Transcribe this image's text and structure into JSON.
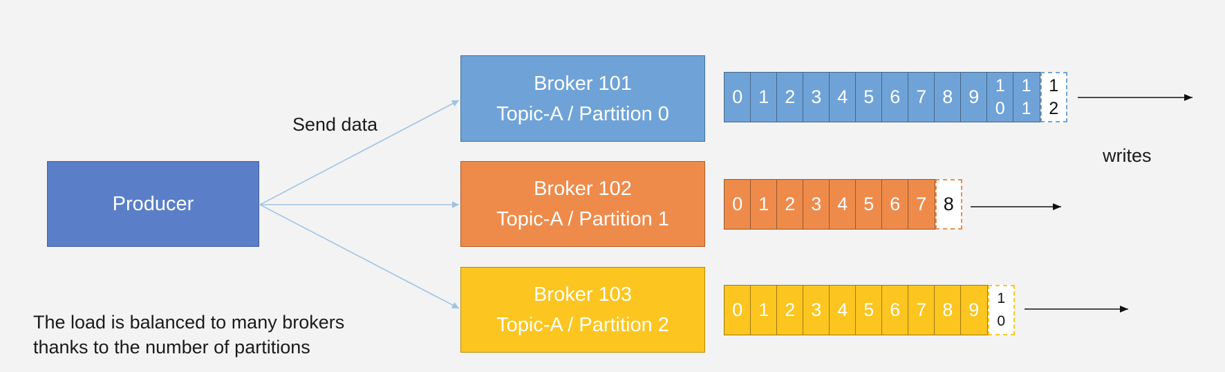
{
  "producer": {
    "label": "Producer",
    "color": "#5a7fc8"
  },
  "send_label": "Send data",
  "writes_label": "writes",
  "brokers": [
    {
      "name": "Broker 101",
      "topic_partition": "Topic-A / Partition 0",
      "color": "#6fa3d8",
      "stroke": "#41719c"
    },
    {
      "name": "Broker 102",
      "topic_partition": "Topic-A / Partition 1",
      "color": "#ee8b4b",
      "stroke": "#ae5a21"
    },
    {
      "name": "Broker 103",
      "topic_partition": "Topic-A / Partition 2",
      "color": "#fcc51f",
      "stroke": "#bc8c00"
    }
  ],
  "partitions": [
    {
      "offsets": [
        "0",
        "1",
        "2",
        "3",
        "4",
        "5",
        "6",
        "7",
        "8",
        "9",
        [
          "1",
          "0"
        ],
        [
          "1",
          "1"
        ]
      ],
      "next_offset": [
        "1",
        "2"
      ],
      "color": "#6fa3d8",
      "pending_border": "#6fa3d8"
    },
    {
      "offsets": [
        "0",
        "1",
        "2",
        "3",
        "4",
        "5",
        "6",
        "7"
      ],
      "next_offset": "8",
      "color": "#ee8b4b",
      "pending_border": "#ee8b4b"
    },
    {
      "offsets": [
        "0",
        "1",
        "2",
        "3",
        "4",
        "5",
        "6",
        "7",
        "8",
        "9"
      ],
      "next_offset": [
        "1",
        "0"
      ],
      "color": "#fcc51f",
      "pending_border": "#fcc51f"
    }
  ],
  "caption": {
    "line1": "The load is balanced to many brokers",
    "line2": "thanks to the number of partitions"
  },
  "colors": {
    "connector": "#9fc2e3",
    "write_arrow": "#111111",
    "background": "#f3f3f3"
  },
  "icons": {
    "send_connector": "arrow-right",
    "write_pointer": "arrow-right"
  }
}
